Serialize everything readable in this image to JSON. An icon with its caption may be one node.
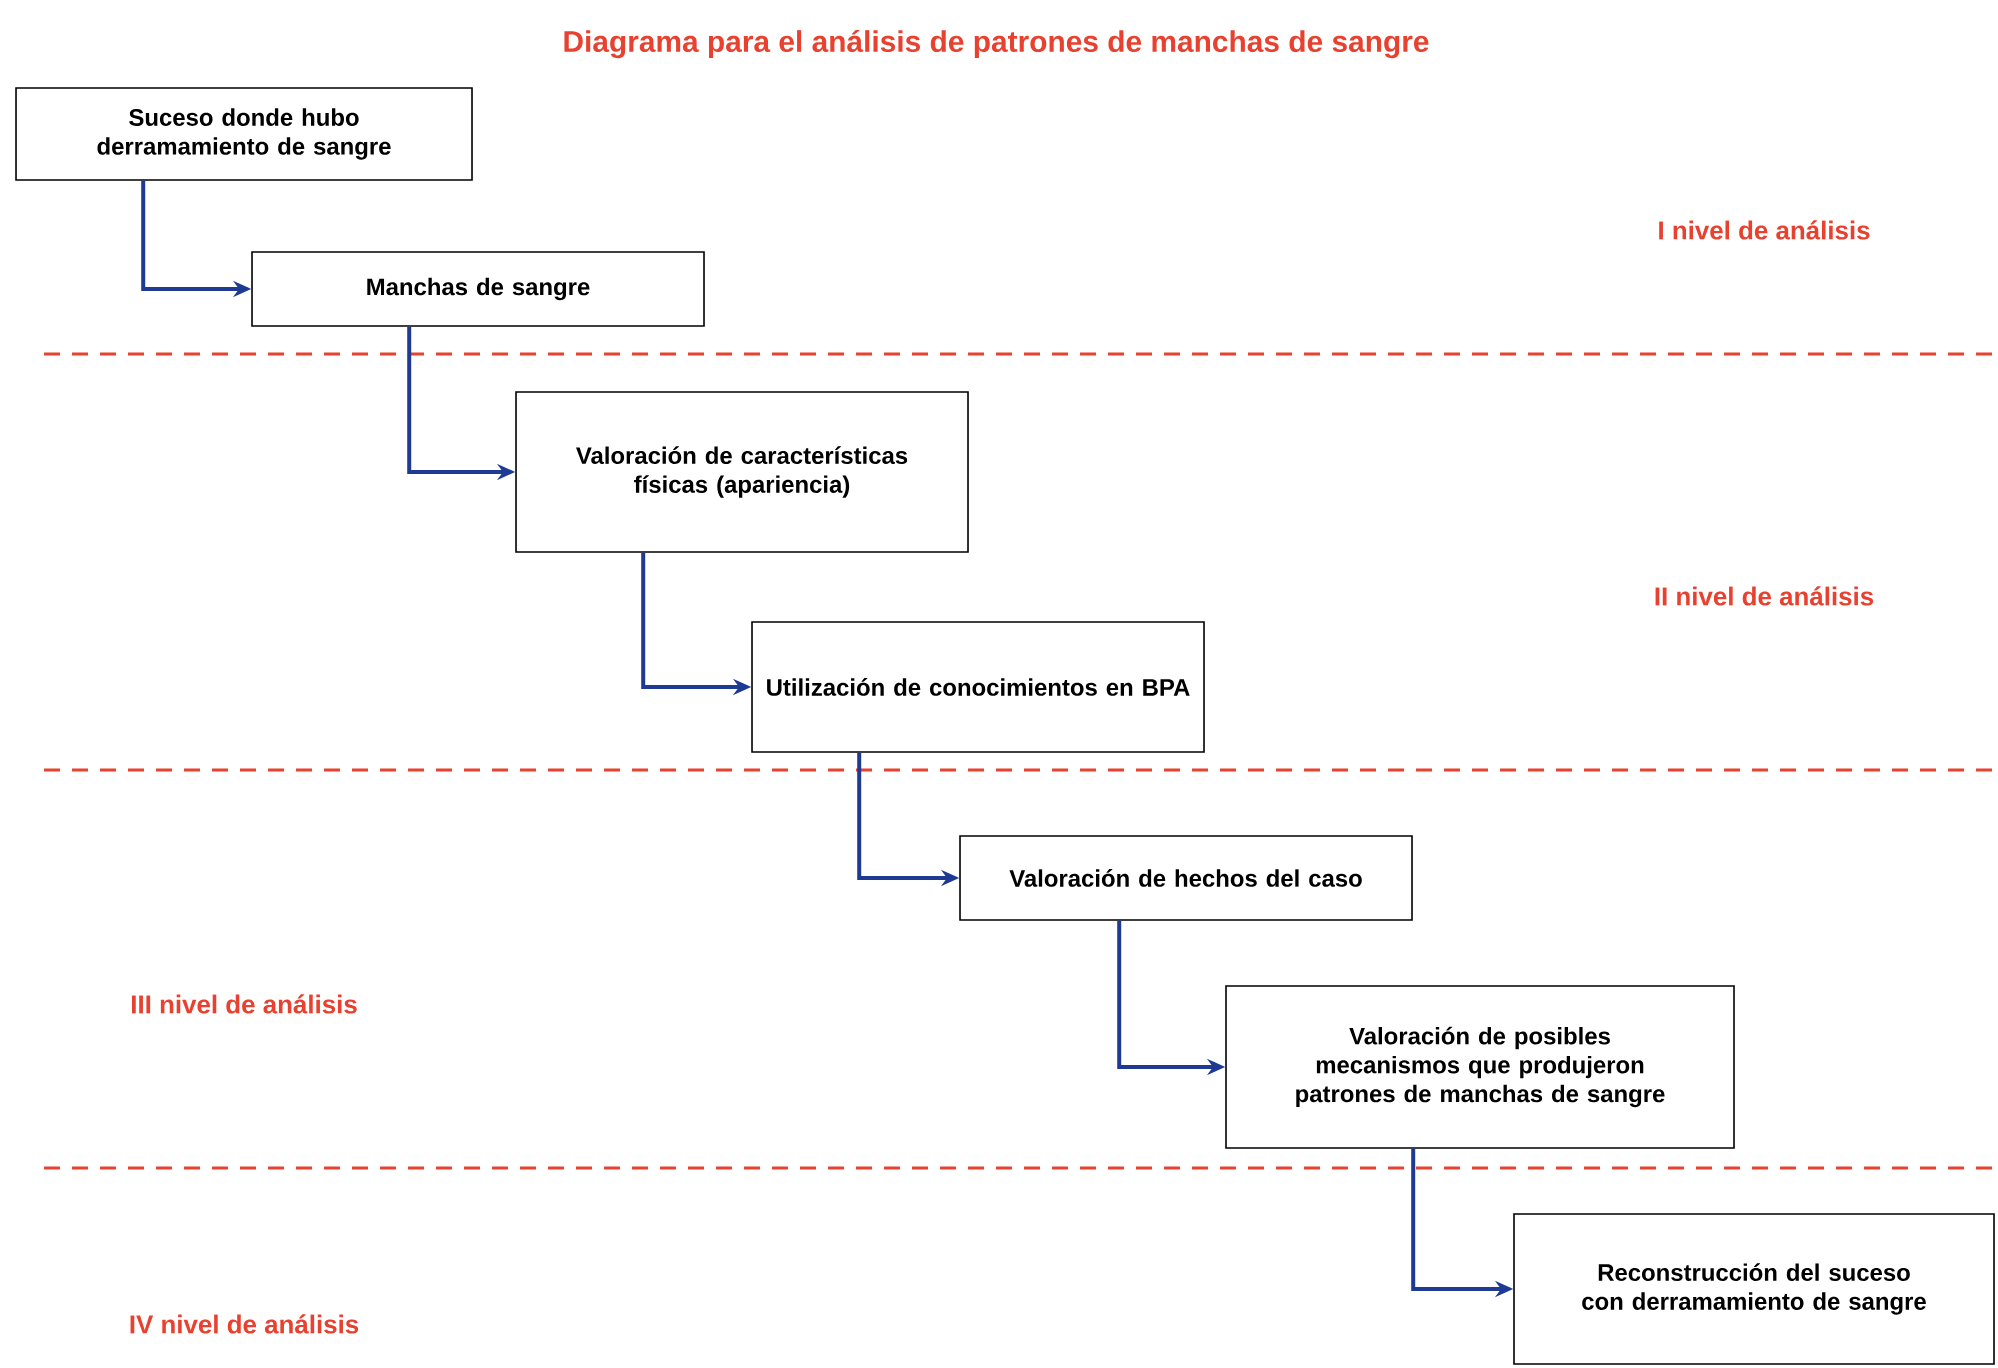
{
  "diagram": {
    "title": "Diagrama para el análisis de patrones de manchas de sangre",
    "nodes": [
      {
        "text": [
          "Suceso donde hubo derramamiento de sangre"
        ]
      },
      {
        "text": [
          "Manchas de sangre"
        ]
      },
      {
        "text": [
          "Valoración de características físicas (apariencia)"
        ]
      },
      {
        "text": [
          "Utilización de conocimientos en BPA"
        ]
      },
      {
        "text": [
          "Valoración de hechos del caso"
        ]
      },
      {
        "text": [
          "Valoración de posibles mecanismos que produjeron patrones de manchas de sangre"
        ]
      },
      {
        "text": [
          "Reconstrucción del suceso con derramamiento de sangre"
        ]
      }
    ],
    "edges": [
      {
        "from": 0,
        "to": 1,
        "arrow": "to"
      },
      {
        "from": 1,
        "to": 2,
        "arrow": "to"
      },
      {
        "from": 2,
        "to": 3,
        "arrow": "to"
      },
      {
        "from": 3,
        "to": 4,
        "arrow": "to"
      },
      {
        "from": 4,
        "to": 5,
        "arrow": "to"
      },
      {
        "from": 5,
        "to": 6,
        "arrow": "to"
      }
    ],
    "labels": [
      "I nivel de análisis",
      "II nivel de análisis",
      "III nivel de análisis",
      "IV nivel de análisis"
    ]
  }
}
